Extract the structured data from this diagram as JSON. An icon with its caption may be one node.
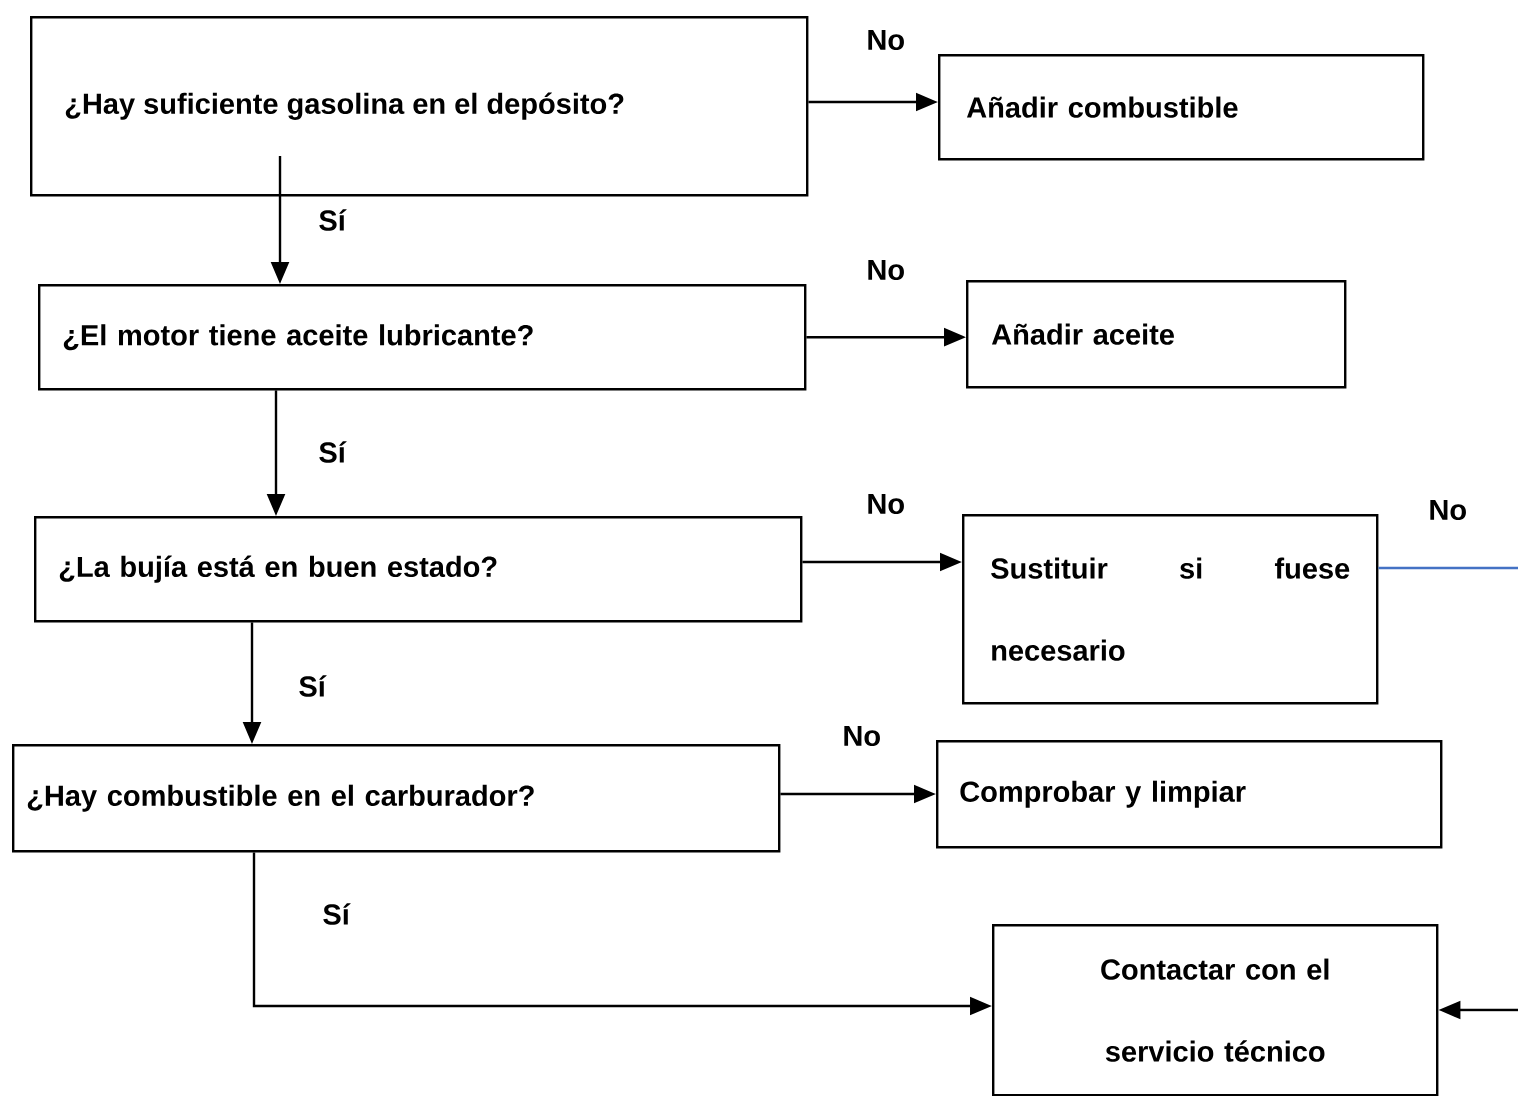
{
  "diagram": {
    "nodes": [
      {
        "text": [
          "¿Hay suficiente gasolina en el depósito?"
        ]
      },
      {
        "text": [
          "Añadir combustible"
        ]
      },
      {
        "text": [
          "¿El motor tiene aceite lubricante?"
        ]
      },
      {
        "text": [
          "Añadir aceite"
        ]
      },
      {
        "text": [
          "¿La bujía está en buen estado?"
        ]
      },
      {
        "text": [
          "Sustituir si fuese necesario"
        ]
      },
      {
        "text": [
          "¿Hay combustible en el carburador?"
        ]
      },
      {
        "text": [
          "Comprobar y limpiar"
        ]
      },
      {
        "text": [
          "Contactar con el servicio técnico"
        ]
      }
    ],
    "edges": [
      {
        "from": 0,
        "to": 1,
        "arrow": "to",
        "label": "No"
      },
      {
        "from": 0,
        "to": 2,
        "arrow": "to",
        "label": "Sí"
      },
      {
        "from": 2,
        "to": 3,
        "arrow": "to",
        "label": "No"
      },
      {
        "from": 2,
        "to": 4,
        "arrow": "to",
        "label": "Sí"
      },
      {
        "from": 4,
        "to": 5,
        "arrow": "to",
        "label": "No"
      },
      {
        "from": 4,
        "to": 6,
        "arrow": "to",
        "label": "Sí"
      },
      {
        "from": 6,
        "to": 7,
        "arrow": "to",
        "label": "No"
      },
      {
        "from": 6,
        "to": 8,
        "arrow": "to",
        "label": "Sí"
      },
      {
        "from": 5,
        "to": null,
        "arrow": "none",
        "label": "No",
        "color": "#4472c4"
      },
      {
        "from": null,
        "to": 8,
        "arrow": "to"
      }
    ]
  }
}
